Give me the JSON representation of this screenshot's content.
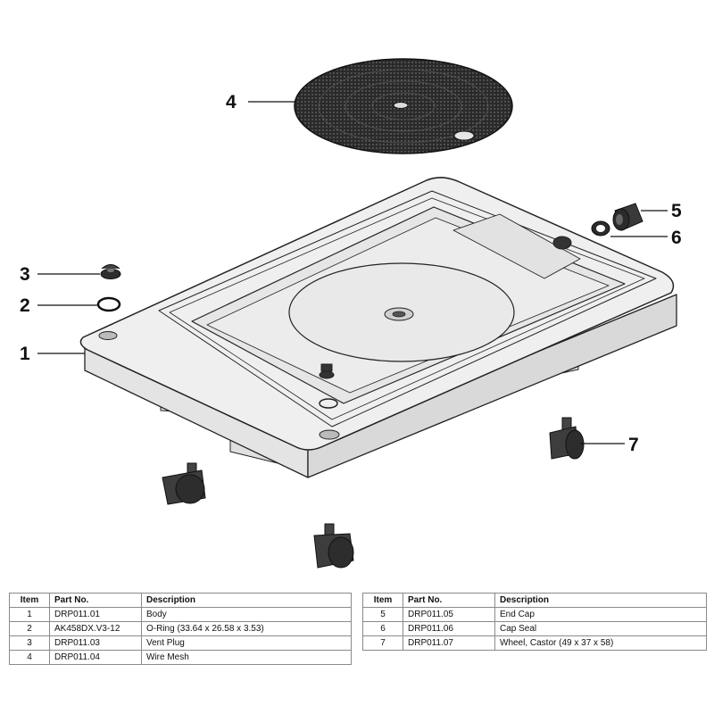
{
  "callouts": [
    {
      "id": "1",
      "label": "1"
    },
    {
      "id": "2",
      "label": "2"
    },
    {
      "id": "3",
      "label": "3"
    },
    {
      "id": "4",
      "label": "4"
    },
    {
      "id": "5",
      "label": "5"
    },
    {
      "id": "6",
      "label": "6"
    },
    {
      "id": "7",
      "label": "7"
    }
  ],
  "table": {
    "headers": {
      "item": "Item",
      "part": "Part No.",
      "desc": "Description"
    },
    "left_rows": [
      {
        "item": "1",
        "part": "DRP011.01",
        "desc": "Body"
      },
      {
        "item": "2",
        "part": "AK458DX.V3-12",
        "desc": "O-Ring (33.64 x 26.58 x 3.53)"
      },
      {
        "item": "3",
        "part": "DRP011.03",
        "desc": "Vent Plug"
      },
      {
        "item": "4",
        "part": "DRP011.04",
        "desc": "Wire Mesh"
      }
    ],
    "right_rows": [
      {
        "item": "5",
        "part": "DRP011.05",
        "desc": "End Cap"
      },
      {
        "item": "6",
        "part": "DRP011.06",
        "desc": "Cap Seal"
      },
      {
        "item": "7",
        "part": "DRP011.07",
        "desc": "Wheel, Castor (49 x 37 x 58)"
      }
    ]
  },
  "colors": {
    "body_fill": "#ededed",
    "outline": "#222222",
    "mesh": "#2a2a2a",
    "wheel": "#3a3a3a"
  }
}
